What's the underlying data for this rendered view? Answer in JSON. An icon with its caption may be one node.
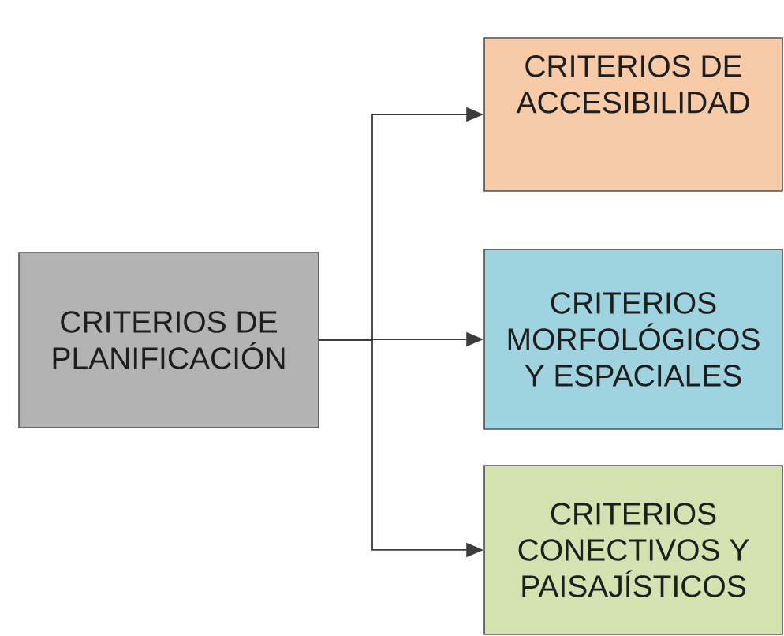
{
  "diagram": {
    "nodes": [
      {
        "text": [
          "CRITERIOS DE PLANIFICACIÓN"
        ]
      },
      {
        "text": [
          "CRITERIOS DE ACCESIBILIDAD"
        ]
      },
      {
        "text": [
          "CRITERIOS MORFOLÓGICOS Y ESPACIALES"
        ]
      },
      {
        "text": [
          "CRITERIOS CONECTIVOS Y PAISAJÍSTICOS"
        ]
      }
    ],
    "edges": [
      {
        "from": 0,
        "to": 1,
        "arrow": "to"
      },
      {
        "from": 0,
        "to": 2,
        "arrow": "to"
      },
      {
        "from": 0,
        "to": 3,
        "arrow": "to"
      }
    ]
  }
}
